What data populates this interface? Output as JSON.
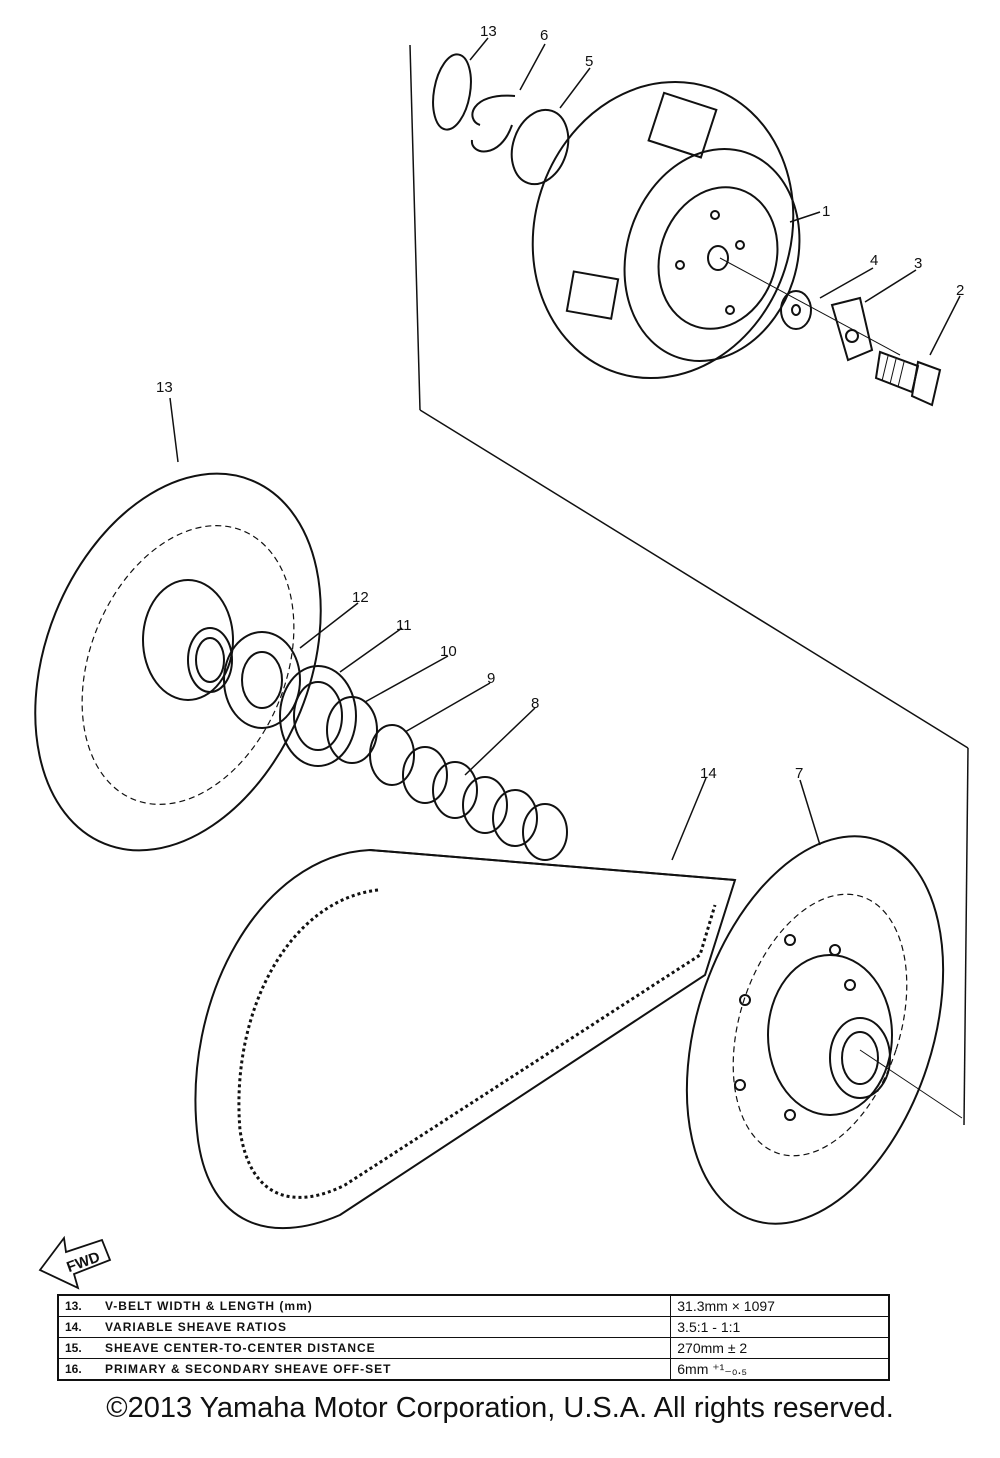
{
  "callouts": {
    "c1": "1",
    "c2": "2",
    "c3": "3",
    "c4": "4",
    "c5": "5",
    "c6": "6",
    "c7": "7",
    "c8": "8",
    "c9": "9",
    "c10": "10",
    "c11": "11",
    "c12": "12",
    "c13_top": "13",
    "c13": "13",
    "c14": "14"
  },
  "fwd_label": "FWD",
  "specs": [
    {
      "num": "13.",
      "desc": "V-BELT WIDTH & LENGTH (mm)",
      "value": "31.3mm × 1097"
    },
    {
      "num": "14.",
      "desc": "VARIABLE SHEAVE RATIOS",
      "value": "3.5:1 - 1:1"
    },
    {
      "num": "15.",
      "desc": "SHEAVE CENTER-TO-CENTER DISTANCE",
      "value": "270mm ± 2"
    },
    {
      "num": "16.",
      "desc": "PRIMARY & SECONDARY SHEAVE OFF-SET",
      "value": "6mm ⁺¹₋₀.₅"
    }
  ],
  "copyright": "©2013 Yamaha Motor Corporation, U.S.A. All rights reserved."
}
